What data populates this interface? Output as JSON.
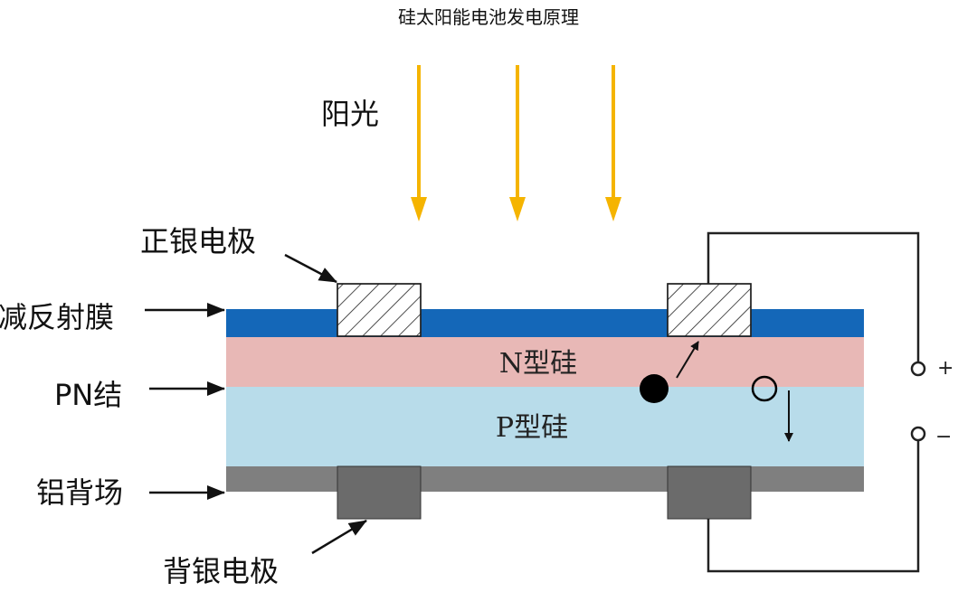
{
  "title": "硅太阳能电池发电原理",
  "labels": {
    "sunlight": "阳光",
    "front_electrode": "正银电极",
    "antireflection": "减反射膜",
    "pn_junction": "PN结",
    "al_bsf": "铝背场",
    "back_electrode": "背银电极",
    "n_silicon": "N型硅",
    "p_silicon": "P型硅",
    "plus": "+",
    "minus": "−"
  },
  "colors": {
    "sunlight": "#f5b400",
    "antireflection": "#1467b8",
    "n_silicon": "#e8b8b6",
    "p_silicon": "#b8dcea",
    "al_bsf": "#7f7f7f",
    "back_electrode": "#6b6b6b"
  }
}
